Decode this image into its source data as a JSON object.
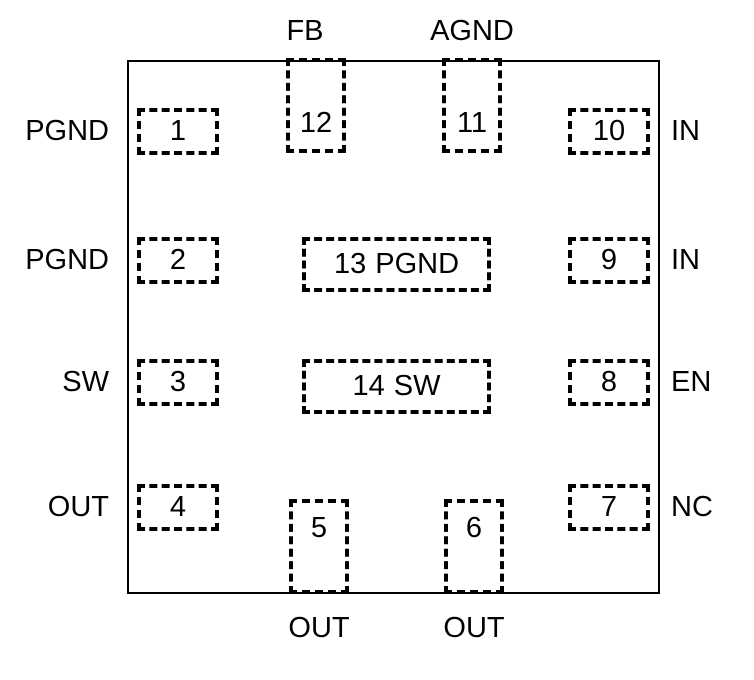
{
  "pins": {
    "left": [
      {
        "number": "1",
        "label": "PGND"
      },
      {
        "number": "2",
        "label": "PGND"
      },
      {
        "number": "3",
        "label": "SW"
      },
      {
        "number": "4",
        "label": "OUT"
      }
    ],
    "top": [
      {
        "number": "12",
        "label": "FB"
      },
      {
        "number": "11",
        "label": "AGND"
      }
    ],
    "right": [
      {
        "number": "10",
        "label": "IN"
      },
      {
        "number": "9",
        "label": "IN"
      },
      {
        "number": "8",
        "label": "EN"
      },
      {
        "number": "7",
        "label": "NC"
      }
    ],
    "bottom": [
      {
        "number": "5",
        "label": "OUT"
      },
      {
        "number": "6",
        "label": "OUT"
      }
    ],
    "center": [
      {
        "number": "13",
        "label": "PGND"
      },
      {
        "number": "14",
        "label": "SW"
      }
    ]
  },
  "colors": {
    "line": "#000000",
    "background": "#ffffff"
  }
}
